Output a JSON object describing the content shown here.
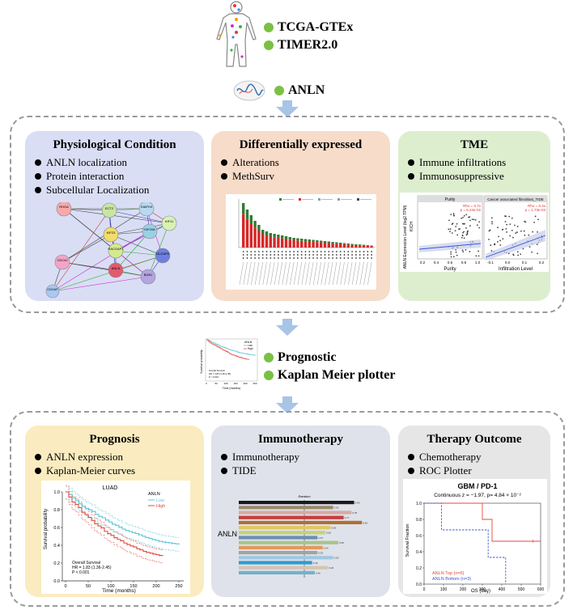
{
  "top": {
    "tags": [
      "TCGA-GTEx",
      "TIMER2.0"
    ],
    "gene_tag": "ANLN"
  },
  "panels_top": [
    {
      "title": "Physiological Condition",
      "items": [
        "ANLN localization",
        "Protein interaction",
        "Subcellular Localization"
      ],
      "color": "#d9def5",
      "network_nodes": [
        "RHOA",
        "ECT2",
        "DIAPH3",
        "KIF11",
        "KIF20A",
        "KIF23",
        "RACGAP1",
        "DLGAP5",
        "ANLN",
        "BUB1",
        "CDC42",
        "CD2AP"
      ]
    },
    {
      "title": "Differentially expressed",
      "items": [
        "Alterations",
        "MethSurv"
      ],
      "color": "#f7dcc9"
    },
    {
      "title": "TME",
      "items": [
        "Immune infiltrations",
        "Immunosuppressive"
      ],
      "color": "#ddeecf",
      "scatter": {
        "ylabel": "ANLN Expression Level (log2 TPM)",
        "side_label": "KICH",
        "left": {
          "title": "Purity",
          "xlabel": "Purity",
          "stat1": "Rho = 0.7x",
          "stat2": "p = 5.24e-02",
          "xticks": [
            "0.2",
            "0.4",
            "0.6",
            "0.8",
            "1.0"
          ]
        },
        "right": {
          "title": "Cancer associated fibroblast_TIDE",
          "xlabel": "Infiltration Level",
          "stat1": "Rho = 0.4x",
          "stat2": "p = 1.73e-03",
          "xticks": [
            "-0.1",
            "0.0",
            "0.1",
            "0.2"
          ]
        }
      }
    }
  ],
  "middle": {
    "tags": [
      "Prognostic",
      "Kaplan Meier plotter"
    ],
    "thumb": {
      "legend_title": "ANLN",
      "legend": [
        "Low",
        "High"
      ],
      "ylabel": "Survival probability",
      "xlabel": "Time (months)",
      "note": [
        "Overall Survival",
        "HR = 1.83 (1.36-2.45)",
        "P < 0.001"
      ],
      "xticks": [
        "0",
        "50",
        "100",
        "150",
        "200",
        "250"
      ]
    }
  },
  "panels_bottom": [
    {
      "title": "Prognosis",
      "items": [
        "ANLN expression",
        "Kaplan-Meier curves"
      ],
      "color": "#faecc0",
      "km": {
        "title": "LUAD",
        "legend_title": "ANLN",
        "legend": [
          "Low",
          "High"
        ],
        "ylabel": "Survival probability",
        "xlabel": "Time (months)",
        "note": [
          "Overall Survival",
          "HR = 1.83 (1.36-2.45)",
          "P < 0.001"
        ],
        "yticks": [
          "0.0",
          "0.2",
          "0.4",
          "0.6",
          "0.8",
          "1.0"
        ],
        "xticks": [
          "0",
          "50",
          "100",
          "150",
          "200",
          "250"
        ]
      }
    },
    {
      "title": "Immunotherapy",
      "items": [
        "Immunotherapy",
        "TIDE"
      ],
      "color": "#dfe2ea",
      "bars": {
        "ylabel": "ANLN",
        "head": "Random"
      }
    },
    {
      "title": "Therapy Outcome",
      "items": [
        "Chemotherapy",
        "ROC Plotter"
      ],
      "color": "#e6e6e6",
      "km": {
        "title": "GBM / PD-1",
        "subtitle": "Continuous z = −1.97, p= 4.84 × 10⁻²",
        "ylabel": "Survival Fraction",
        "xlabel": "OS (day)",
        "legend": [
          "ANLN Top (n=6)",
          "ANLN Bottom (n=3)"
        ],
        "yticks": [
          "0.0",
          "0.2",
          "0.4",
          "0.6",
          "0.8",
          "1.0"
        ],
        "xticks": [
          "0",
          "100",
          "200",
          "300",
          "400",
          "500",
          "600"
        ]
      }
    }
  ],
  "colors": {
    "accent_green": "#7ac143",
    "arrow_blue": "#a8c4e6",
    "dash": "#9a9a9a",
    "km_high": "#e14a3c",
    "km_low": "#5bc4d6"
  }
}
